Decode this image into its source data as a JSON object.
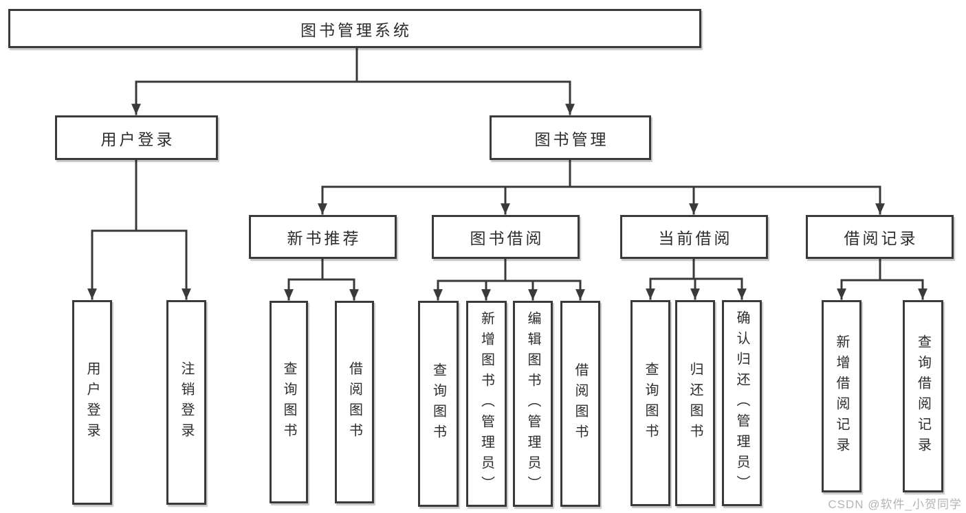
{
  "tree": {
    "root": "图书管理系统",
    "user_login": {
      "label": "用户登录",
      "children": [
        "用户登录",
        "注销登录"
      ]
    },
    "book_management": {
      "label": "图书管理",
      "sections": [
        {
          "label": "新书推荐",
          "children": [
            "查询图书",
            "借阅图书"
          ]
        },
        {
          "label": "图书借阅",
          "children": [
            "查询图书",
            "新增图书（管理员）",
            "编辑图书（管理员）",
            "借阅图书"
          ]
        },
        {
          "label": "当前借阅",
          "children": [
            "查询图书",
            "归还图书",
            "确认归还（管理员）"
          ]
        },
        {
          "label": "借阅记录",
          "children": [
            "新增借阅记录",
            "查询借阅记录"
          ]
        }
      ]
    }
  },
  "colors": {
    "line": "#3a3a3a",
    "text": "#2d2d2d",
    "watermark": "#b4b4b4"
  },
  "watermark": "CSDN @软件_小贺同学"
}
